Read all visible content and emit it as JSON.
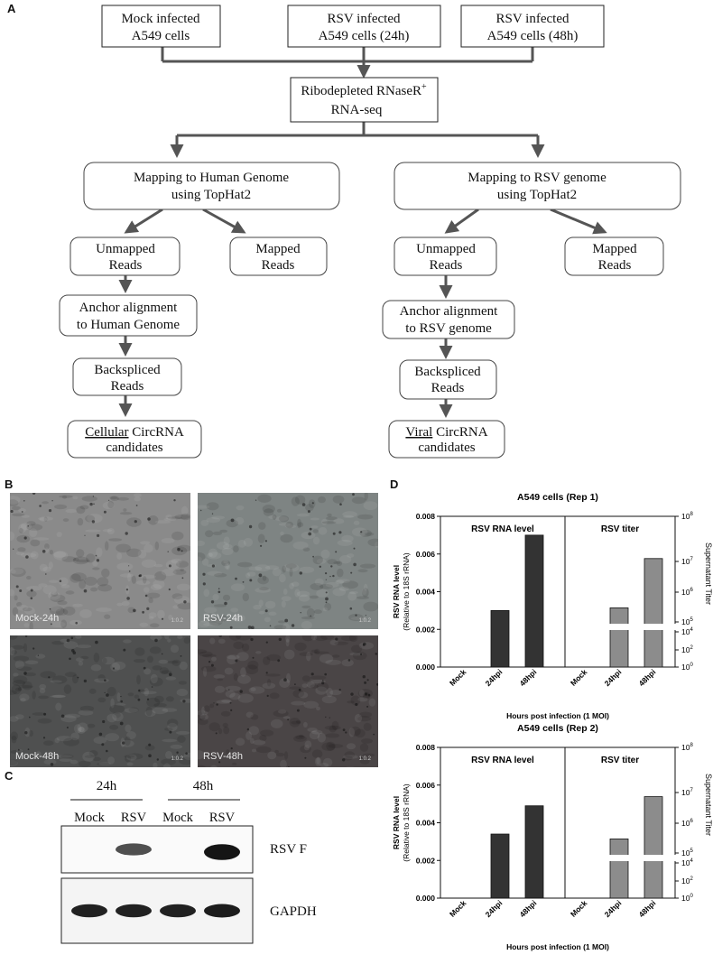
{
  "panels": {
    "a": "A",
    "b": "B",
    "c": "C",
    "d": "D"
  },
  "flowchart": {
    "top": [
      {
        "line1": "Mock infected",
        "line2": "A549 cells"
      },
      {
        "line1": "RSV infected",
        "line2": "A549 cells (24h)"
      },
      {
        "line1": "RSV infected",
        "line2": "A549 cells (48h)"
      }
    ],
    "rnaseq": {
      "line1": "Ribodepleted RNaseR",
      "sup": "+",
      "line2": "RNA-seq"
    },
    "human": {
      "map": {
        "line1": "Mapping to Human Genome",
        "line2": "using TopHat2"
      },
      "unmapped": {
        "line1": "Unmapped",
        "line2": "Reads"
      },
      "mapped": {
        "line1": "Mapped",
        "line2": "Reads"
      },
      "anchor": {
        "line1": "Anchor alignment",
        "line2": "to Human Genome"
      },
      "backspliced": {
        "line1": "Backspliced",
        "line2": "Reads"
      },
      "candidates": {
        "underlined": "Cellular",
        "rest": " CircRNA",
        "line2": "candidates"
      }
    },
    "rsv": {
      "map": {
        "line1": "Mapping to RSV genome",
        "line2": "using TopHat2"
      },
      "unmapped": {
        "line1": "Unmapped",
        "line2": "Reads"
      },
      "mapped": {
        "line1": "Mapped",
        "line2": "Reads"
      },
      "anchor": {
        "line1": "Anchor alignment",
        "line2": "to RSV genome"
      },
      "backspliced": {
        "line1": "Backspliced",
        "line2": "Reads"
      },
      "candidates": {
        "underlined": "Viral",
        "rest": " CircRNA",
        "line2": "candidates"
      }
    }
  },
  "micrographs": [
    {
      "label": "Mock-24h",
      "scale": "1:0.2",
      "tone": "#8a8a8a"
    },
    {
      "label": "RSV-24h",
      "scale": "1:0.2",
      "tone": "#7e8483"
    },
    {
      "label": "Mock-48h",
      "scale": "1:0.2",
      "tone": "#4f5050"
    },
    {
      "label": "RSV-48h",
      "scale": "1:0.2",
      "tone": "#4a4546"
    }
  ],
  "western": {
    "timepoints": [
      "24h",
      "48h"
    ],
    "lanes": [
      "Mock",
      "RSV",
      "Mock",
      "RSV"
    ],
    "blots": [
      {
        "label": "RSV F",
        "bands": [
          0,
          0.55,
          0,
          1.0
        ]
      },
      {
        "label": "GAPDH",
        "bands": [
          0.9,
          0.9,
          0.9,
          0.95
        ]
      }
    ]
  },
  "chart_data": [
    {
      "type": "bar",
      "title": "A549 cells (Rep 1)",
      "xlabel": "Hours post infection (1 MOI)",
      "ylabel_left": "RSV RNA level",
      "ylabel_left_sub": "(Relative to 18S rRNA)",
      "ylabel_right": "Supernatant Titer",
      "ylim_left": [
        0,
        0.008
      ],
      "yticks_left": [
        "0.000",
        "0.002",
        "0.004",
        "0.006",
        "0.008"
      ],
      "yticks_right": [
        {
          "base": "10",
          "exp": "0"
        },
        {
          "base": "10",
          "exp": "2"
        },
        {
          "base": "10",
          "exp": "4"
        },
        {
          "base": "10",
          "exp": "5"
        },
        {
          "base": "10",
          "exp": "6"
        },
        {
          "base": "10",
          "exp": "7"
        },
        {
          "base": "10",
          "exp": "8"
        }
      ],
      "sections": [
        {
          "name": "RSV RNA level",
          "categories": [
            "Mock",
            "24hpi",
            "48hpi"
          ],
          "values": [
            0,
            0.003,
            0.007
          ],
          "color": "#333333"
        },
        {
          "name": "RSV  titer",
          "categories": [
            "Mock",
            "24hpi",
            "48hpi"
          ],
          "values_log10": [
            0,
            5.4,
            6.8
          ],
          "color": "#8c8c8c"
        }
      ]
    },
    {
      "type": "bar",
      "title": "A549 cells (Rep 2)",
      "xlabel": "Hours post infection (1 MOI)",
      "ylabel_left": "RSV RNA level",
      "ylabel_left_sub": "(Relative to 18S rRNA)",
      "ylabel_right": "Supernatant Titer",
      "ylim_left": [
        0,
        0.008
      ],
      "yticks_left": [
        "0.000",
        "0.002",
        "0.004",
        "0.006",
        "0.008"
      ],
      "yticks_right": [
        {
          "base": "10",
          "exp": "0"
        },
        {
          "base": "10",
          "exp": "2"
        },
        {
          "base": "10",
          "exp": "4"
        },
        {
          "base": "10",
          "exp": "5"
        },
        {
          "base": "10",
          "exp": "6"
        },
        {
          "base": "10",
          "exp": "7"
        },
        {
          "base": "10",
          "exp": "8"
        }
      ],
      "sections": [
        {
          "name": "RSV RNA level",
          "categories": [
            "Mock",
            "24hpi",
            "48hpi"
          ],
          "values": [
            0,
            0.0034,
            0.0049
          ],
          "color": "#333333"
        },
        {
          "name": "RSV  titer",
          "categories": [
            "Mock",
            "24hpi",
            "48hpi"
          ],
          "values_log10": [
            0,
            5.4,
            6.6
          ],
          "color": "#8c8c8c"
        }
      ]
    }
  ]
}
